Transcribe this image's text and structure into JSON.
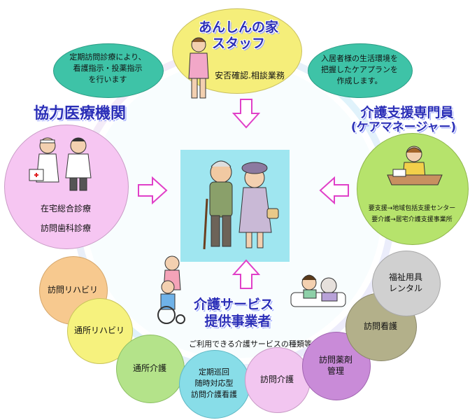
{
  "center_panel": {
    "color": "#9fe6f0"
  },
  "staff": {
    "title_line1": "あんしんの家",
    "title_line2": "スタッフ",
    "duty": "安否確認.相談業務",
    "color": "#f5ee7a"
  },
  "medical": {
    "title": "協力医療機関",
    "note_lines": [
      "定期訪問診療により、",
      "看護指示・投薬指示",
      "を行います"
    ],
    "services": [
      "在宅総合診療",
      "訪問歯科診療"
    ],
    "color": "#f6c6f2",
    "note_color": "#3ec3a7"
  },
  "care_manager": {
    "title_line1": "介護支援専門員",
    "title_line2": "(ケアマネージャー)",
    "note_lines": [
      "入居者様の生活環境を",
      "把握したケアプランを",
      "作成します。"
    ],
    "routes": [
      "要支援→地域包括支援センター",
      "要介護→居宅介護支援事業所"
    ],
    "color": "#b6e36c",
    "note_color": "#3ec3a7"
  },
  "providers": {
    "title_line1": "介護サービス",
    "title_line2": "提供事業者",
    "subtitle": "ご利用できる介護サービスの種類等"
  },
  "services": [
    {
      "label_lines": [
        "訪問リハビリ"
      ],
      "color": "#f7c98f"
    },
    {
      "label_lines": [
        "通所リハビリ"
      ],
      "color": "#f6f27e"
    },
    {
      "label_lines": [
        "通所介護"
      ],
      "color": "#b4e38a"
    },
    {
      "label_lines": [
        "定期巡回",
        "随時対応型",
        "訪問介護看護"
      ],
      "color": "#88dde8"
    },
    {
      "label_lines": [
        "訪問介護"
      ],
      "color": "#f2c6f0"
    },
    {
      "label_lines": [
        "訪問薬剤",
        "管理"
      ],
      "color": "#c98bd8"
    },
    {
      "label_lines": [
        "訪問看護"
      ],
      "color": "#b3b08a"
    },
    {
      "label_lines": [
        "福祉用具",
        "レンタル"
      ],
      "color": "#d0d0d0"
    }
  ]
}
